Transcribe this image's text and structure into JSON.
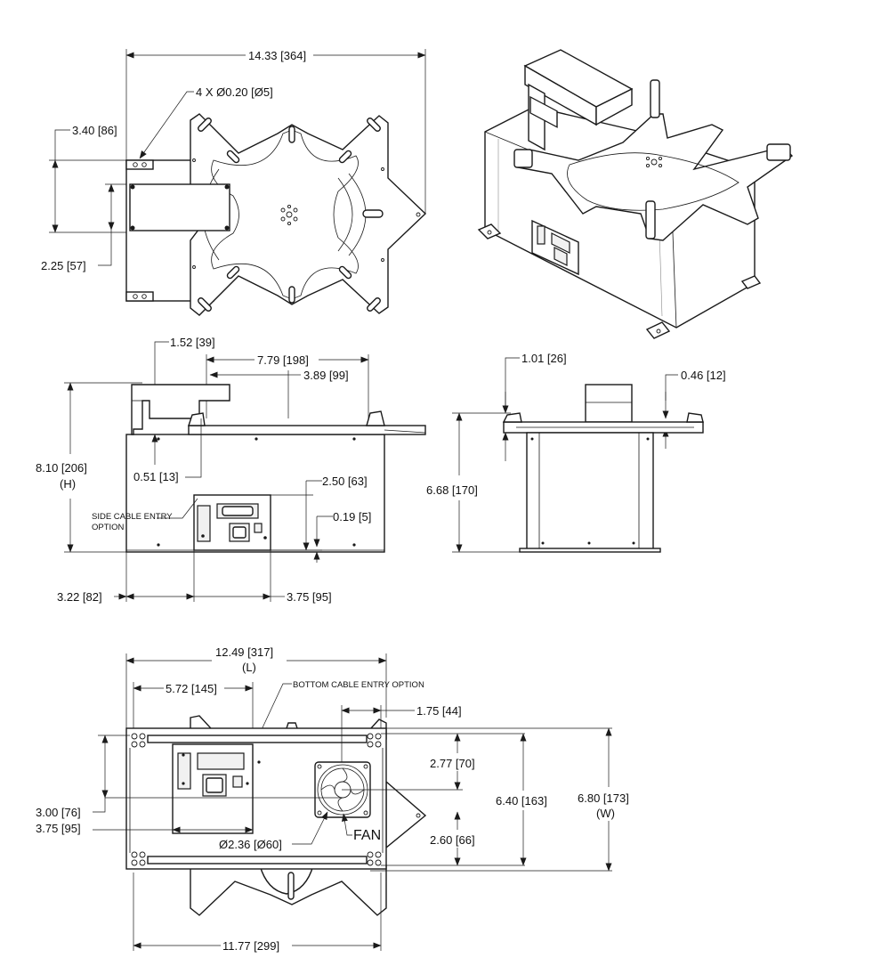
{
  "dimensions": {
    "top_width": "14.33 [364]",
    "hole_spec": "4 X Ø0.20 [Ø5]",
    "top_offset": "3.40 [86]",
    "top_bracket": "2.25 [57]",
    "side_post": "1.52 [39]",
    "side_span": "7.79 [198]",
    "side_half": "3.89 [99]",
    "height_value": "8.10 [206]",
    "height_tag": "(H)",
    "plate_drop": "0.51 [13]",
    "conn_height": "2.50 [63]",
    "foot_height": "0.19 [5]",
    "conn_left": "3.22 [82]",
    "conn_width": "3.75 [95]",
    "end_plate": "1.01 [26]",
    "end_lip": "0.46 [12]",
    "end_height": "6.68 [170]",
    "length_value": "12.49 [317]",
    "length_tag": "(L)",
    "bottom_conn_w": "5.72 [145]",
    "fan_offset_x": "1.75 [44]",
    "fan_upper": "2.77 [70]",
    "fan_lower": "2.60 [66]",
    "inner_width": "6.40 [163]",
    "width_value": "6.80 [173]",
    "width_tag": "(W)",
    "bottom_y1": "3.00 [76]",
    "bottom_y2": "3.75 [95]",
    "fan_dia": "Ø2.36 [Ø60]",
    "bottom_length": "11.77 [299]"
  },
  "notes": {
    "side_cable_1": "SIDE CABLE ENTRY",
    "side_cable_2": "OPTION",
    "bottom_cable": "BOTTOM CABLE ENTRY OPTION",
    "fan": "FAN"
  }
}
